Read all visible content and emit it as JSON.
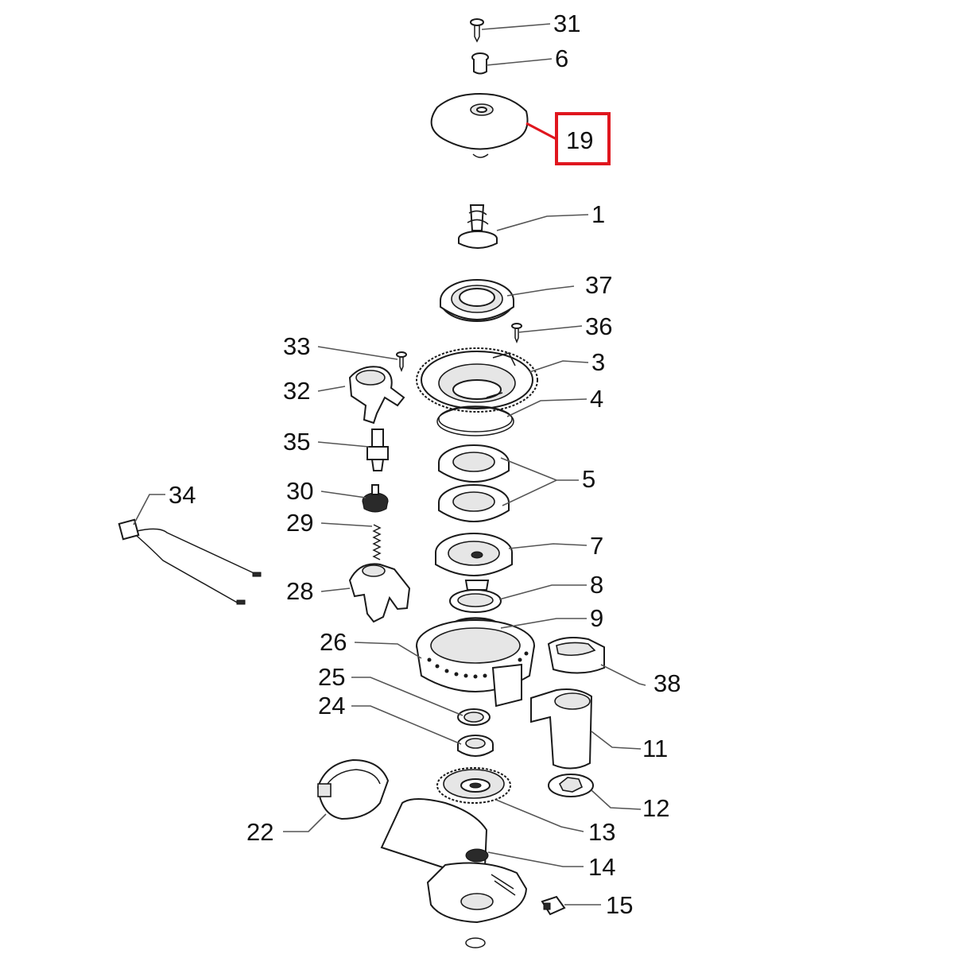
{
  "diagram": {
    "highlighted_part": "19",
    "highlight_color": "#e0161e",
    "callouts": [
      "31",
      "6",
      "19",
      "1",
      "37",
      "36",
      "33",
      "3",
      "32",
      "4",
      "35",
      "5",
      "34",
      "30",
      "29",
      "7",
      "28",
      "8",
      "9",
      "26",
      "38",
      "25",
      "24",
      "11",
      "12",
      "22",
      "13",
      "14",
      "15"
    ]
  }
}
